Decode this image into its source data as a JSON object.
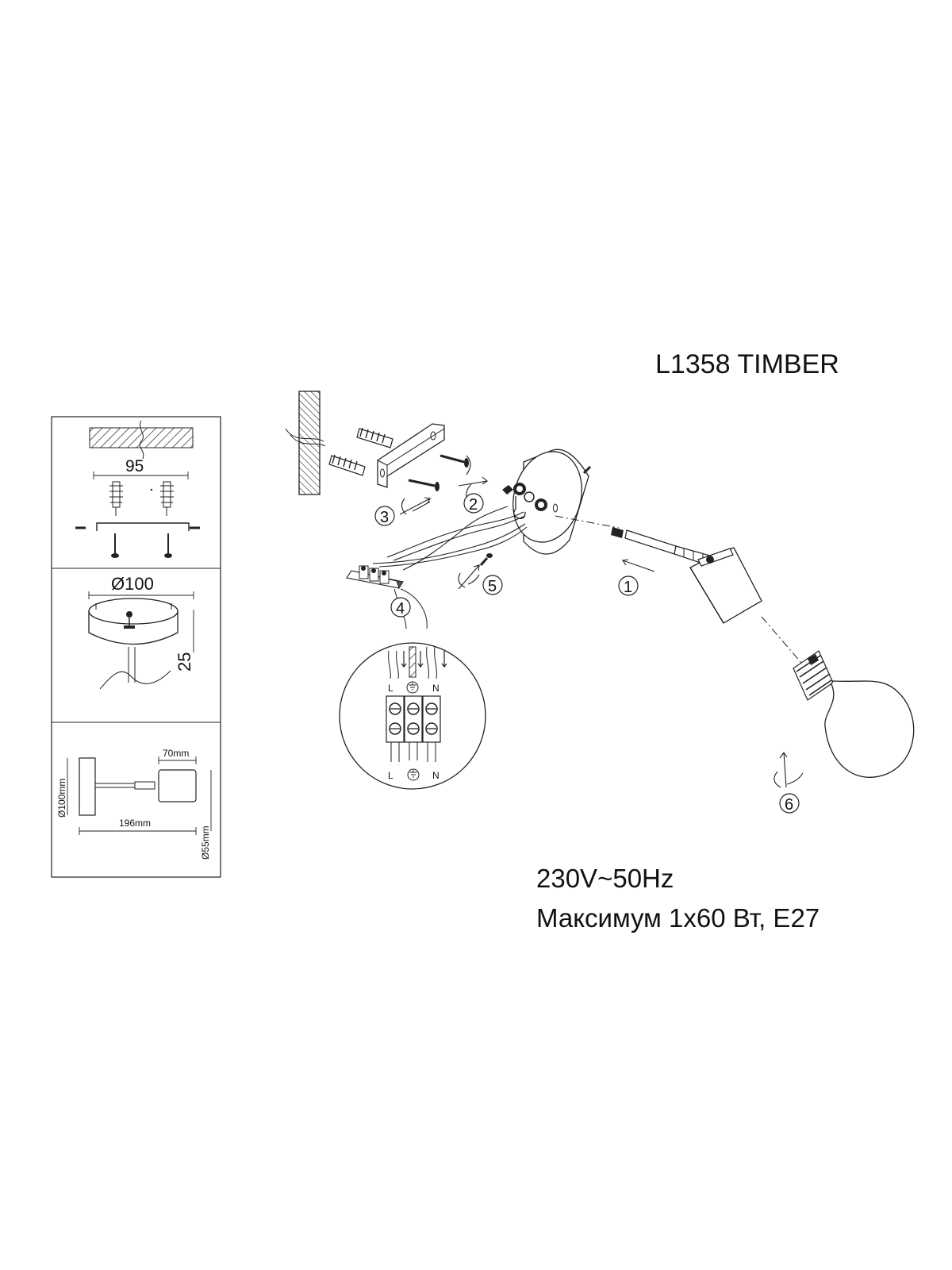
{
  "title": "L1358 TIMBER",
  "specs": {
    "voltage": "230V~50Hz",
    "max": "Максимум 1x60 Вт, E27"
  },
  "panel_top": {
    "dimension": "95"
  },
  "panel_mid": {
    "diameter": "Ø100",
    "height": "25"
  },
  "panel_bottom": {
    "height_label": "Ø100mm",
    "length_label": "196mm",
    "shade_width_label": "70mm",
    "shade_diam_label": "Ø55mm"
  },
  "steps": [
    "1",
    "2",
    "3",
    "4",
    "5",
    "6"
  ],
  "terminal_labels": {
    "live": "L",
    "neutral": "N"
  },
  "icons": [
    "earth-icon",
    "rotate-arrow-icon",
    "direction-arrow-icon"
  ]
}
